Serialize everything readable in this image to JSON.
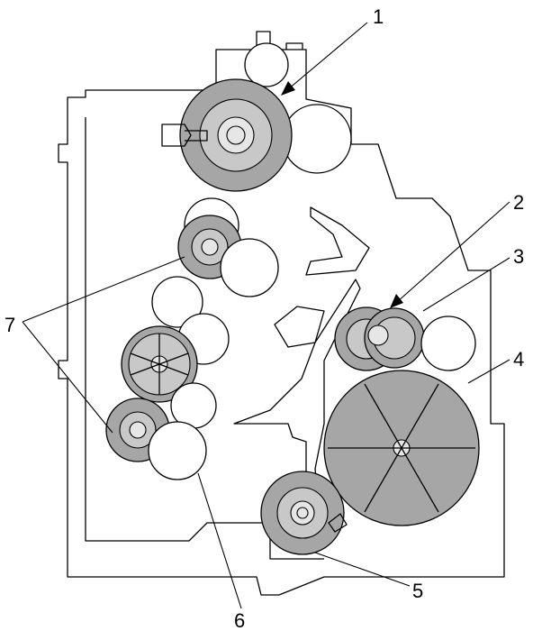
{
  "callouts": [
    {
      "id": "1",
      "text": "1"
    },
    {
      "id": "2",
      "text": "2"
    },
    {
      "id": "3",
      "text": "3"
    },
    {
      "id": "4",
      "text": "4"
    },
    {
      "id": "5",
      "text": "5"
    },
    {
      "id": "6",
      "text": "6"
    },
    {
      "id": "7",
      "text": "7"
    }
  ],
  "colors": {
    "gear_fill": "#a6a6a6",
    "roller_fill": "#ffffff",
    "line": "#000000"
  }
}
